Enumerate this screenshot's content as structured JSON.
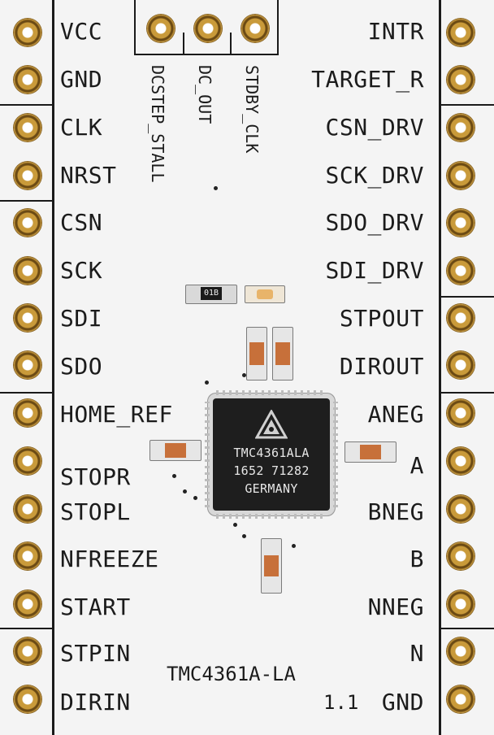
{
  "left_pins": [
    "VCC",
    "GND",
    "CLK",
    "NRST",
    "CSN",
    "SCK",
    "SDI",
    "SDO",
    "HOME_REF",
    "STOPR",
    "STOPL",
    "NFREEZE",
    "START",
    "STPIN",
    "DIRIN"
  ],
  "right_pins": [
    "INTR",
    "TARGET_R",
    "CSN_DRV",
    "SCK_DRV",
    "SDO_DRV",
    "SDI_DRV",
    "STPOUT",
    "DIROUT",
    "ANEG",
    "A",
    "BNEG",
    "B",
    "NNEG",
    "N",
    "GND"
  ],
  "top_pins": [
    "DCSTEP_STALL",
    "DC_OUT",
    "STDBY_CLK"
  ],
  "chip": {
    "line1": "TMC4361ALA",
    "line2": "1652 71282",
    "line3": "GERMANY"
  },
  "resistor_marking": "01B",
  "board_name": "TMC4361A-LA",
  "board_version": "1.1",
  "colors": {
    "board": "#f4f4f4",
    "pad_gold": "#c99a3a",
    "silkscreen": "#1b1b1b",
    "chip": "#1e1e1e",
    "component": "#c7703a"
  }
}
